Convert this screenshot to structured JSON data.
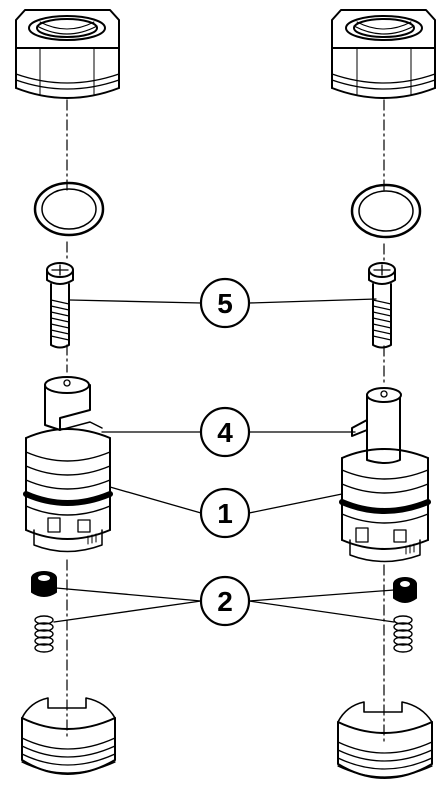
{
  "callouts": {
    "c5": "5",
    "c4": "4",
    "c1": "1",
    "c2": "2"
  }
}
